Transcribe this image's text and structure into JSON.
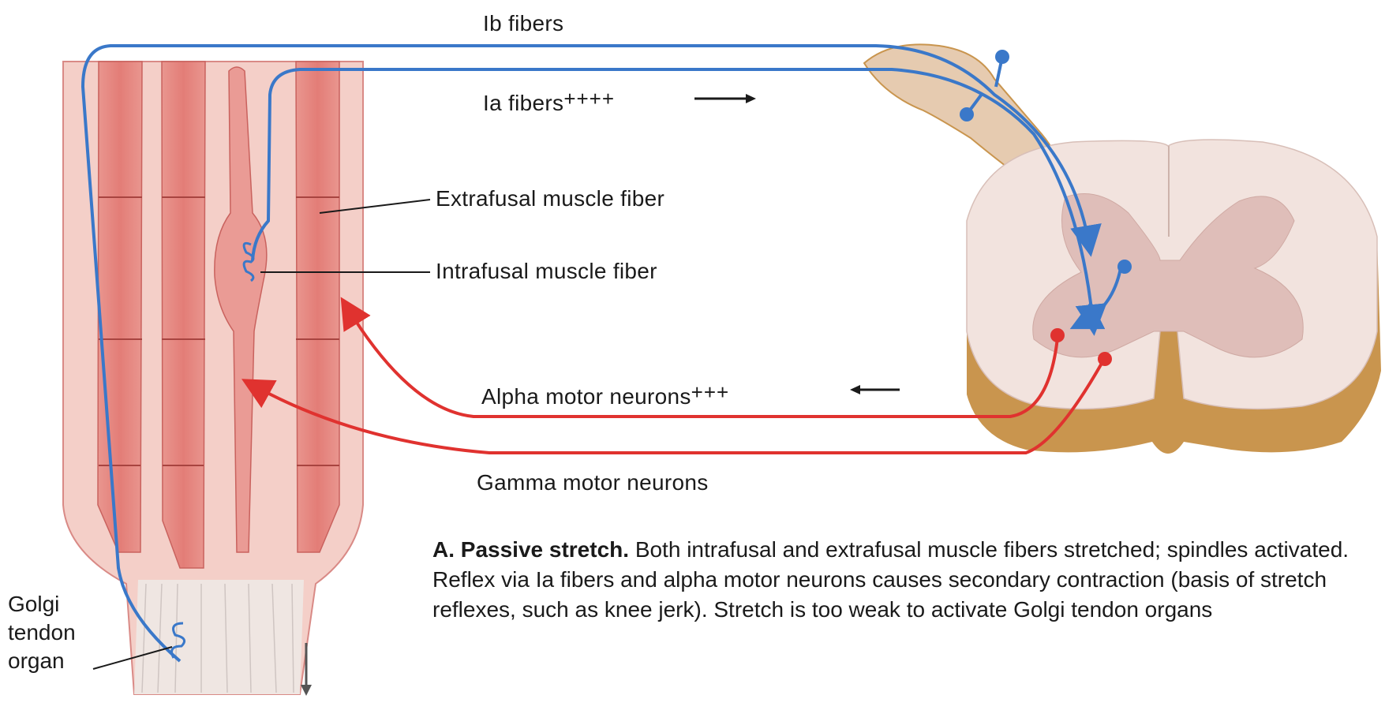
{
  "labels": {
    "ib_fibers": "Ib fibers",
    "ia_fibers": "Ia fibers",
    "ia_marks": "++++",
    "alpha": "Alpha motor neurons",
    "alpha_marks": "+++",
    "extrafusal": "Extrafusal muscle fiber",
    "intrafusal": "Intrafusal muscle fiber",
    "gamma": "Gamma motor neurons",
    "golgi_line1": "Golgi",
    "golgi_line2": "tendon",
    "golgi_line3": "organ"
  },
  "caption": {
    "heading": "A. Passive stretch.",
    "text": "Both intrafusal and extrafusal muscle fibers stretched; spindles activated. Reflex via Ia fibers and alpha motor neurons causes secondary contraction (basis of stretch reflexes, such as knee jerk). Stretch is too weak to activate Golgi tendon organs"
  },
  "colors": {
    "afferent": "#3a78c9",
    "efferent": "#e0322f",
    "muscle": "#e88f8a",
    "muscle_bg": "#f4cfc8",
    "cord": "#f0e1dc",
    "grey_matter": "#e3c4c0",
    "cord_edge": "#c9954e"
  },
  "icons": [
    "right-arrow-icon",
    "left-arrow-icon",
    "down-arrow-icon"
  ]
}
